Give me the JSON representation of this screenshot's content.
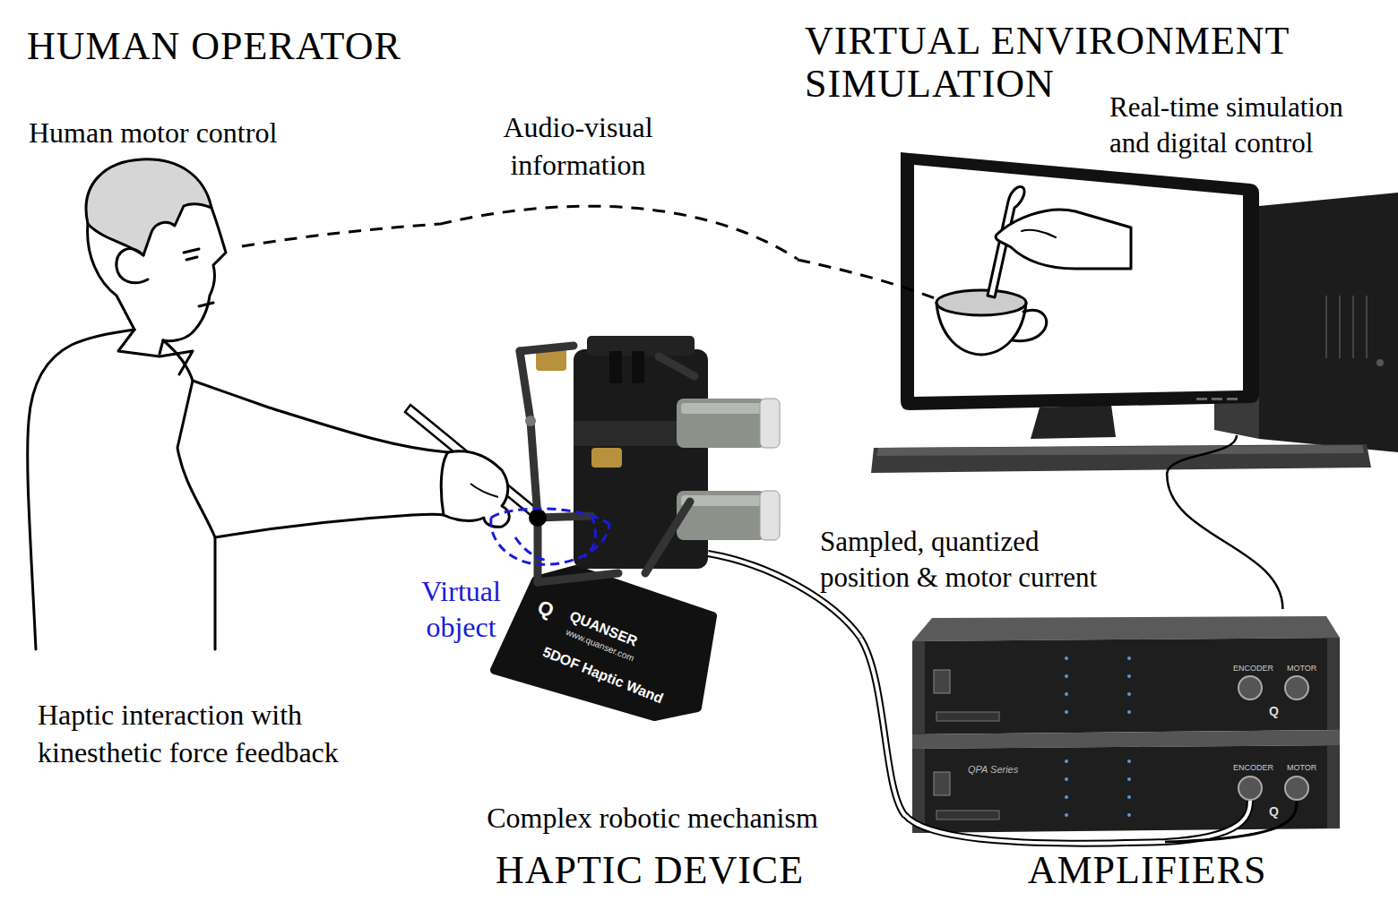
{
  "diagram": {
    "nodes": [
      {
        "text": [
          "HUMAN OPERATOR",
          "Human motor control",
          "Haptic interaction with kinesthetic force feedback"
        ]
      },
      {
        "text": [
          "VIRTUAL ENVIRONMENT SIMULATION",
          "Real-time simulation and digital control"
        ]
      },
      {
        "text": [
          "HAPTIC DEVICE",
          "Complex robotic mechanism"
        ]
      },
      {
        "text": [
          "AMPLIFIERS"
        ]
      }
    ],
    "edges": [
      {
        "from": 0,
        "to": 1,
        "label": "Audio-visual information",
        "arrow": "none"
      },
      {
        "from": 2,
        "to": 3,
        "label": "Sampled, quantized position & motor current",
        "arrow": "none"
      },
      {
        "from": 1,
        "to": 3,
        "arrow": "none"
      }
    ],
    "labels": [
      "Virtual object",
      "Q",
      "QUANSER",
      "www.quanser.com",
      "5DOF Haptic Wand",
      "ENCODER",
      "MOTOR",
      "Q",
      "QPA Series",
      "ENCODER",
      "MOTOR",
      "Q"
    ]
  }
}
